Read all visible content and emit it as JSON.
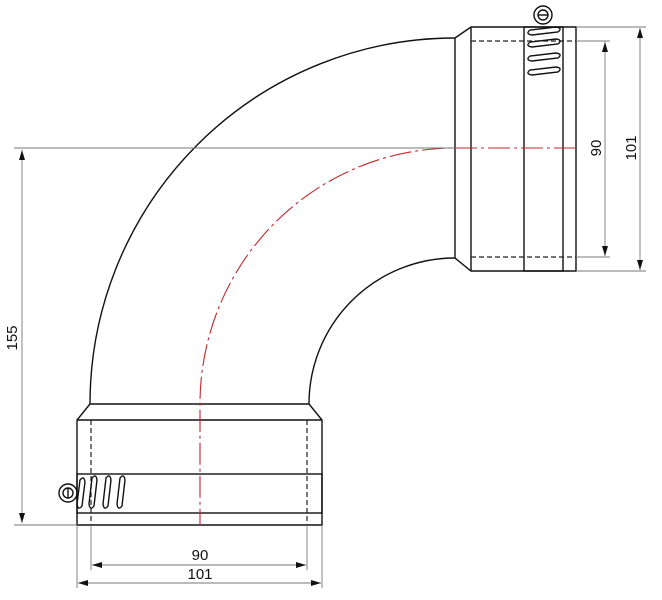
{
  "drawing": {
    "title": "90° pipe bend with hose clamp sockets",
    "dimensions": {
      "height": "155",
      "inner_diameter_bottom": "90",
      "outer_diameter_bottom": "101",
      "inner_diameter_right": "90",
      "outer_diameter_right": "101"
    },
    "colors": {
      "outline": "#111111",
      "centerline": "#c0282d",
      "dimension": "#777777"
    }
  }
}
